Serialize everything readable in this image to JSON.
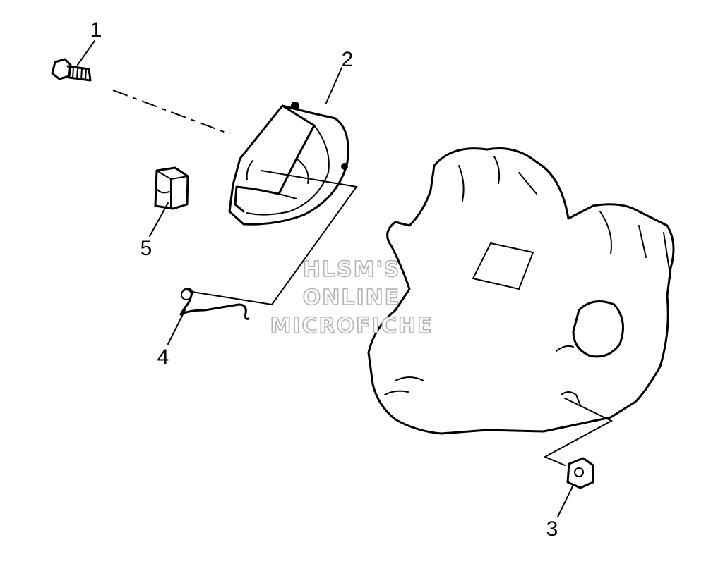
{
  "callouts": {
    "part_1": "1",
    "part_2": "2",
    "part_3": "3",
    "part_4": "4",
    "part_5": "5"
  },
  "watermark": {
    "line1": "HLSM'S",
    "line2": "ONLINE",
    "line3": "MICROFICHE"
  }
}
